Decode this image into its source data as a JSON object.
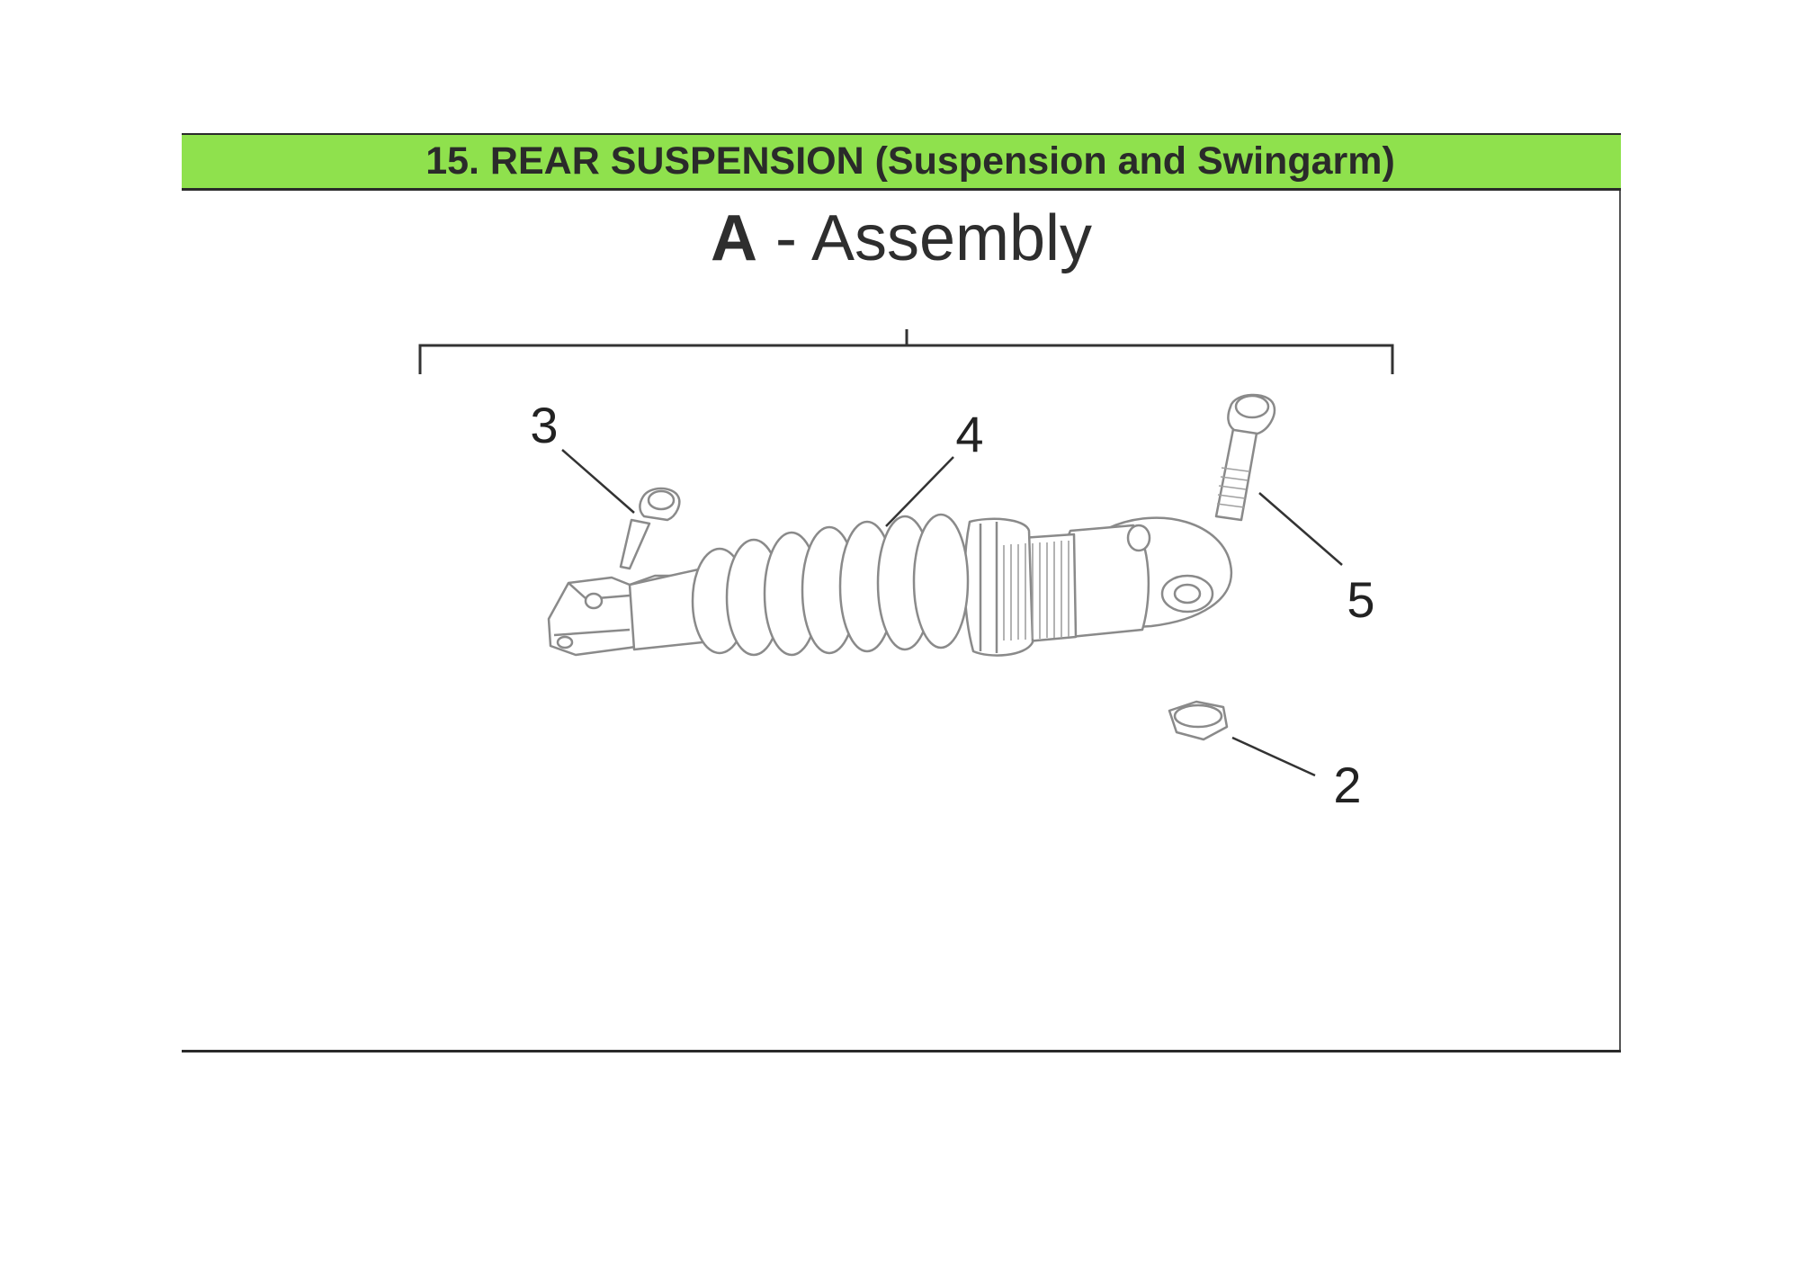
{
  "header": {
    "title": "15. REAR SUSPENSION (Suspension and Swingarm)",
    "band_color": "#8fe14d"
  },
  "section": {
    "letter": "A",
    "separator": " - ",
    "name": "Assembly"
  },
  "diagram": {
    "parts": [
      {
        "ref": "3",
        "name": "lower mounting bolt"
      },
      {
        "ref": "4",
        "name": "rear shock absorber"
      },
      {
        "ref": "5",
        "name": "upper mounting bolt"
      },
      {
        "ref": "2",
        "name": "nut"
      }
    ]
  },
  "callouts": {
    "c3": "3",
    "c4": "4",
    "c5": "5",
    "c2": "2"
  }
}
